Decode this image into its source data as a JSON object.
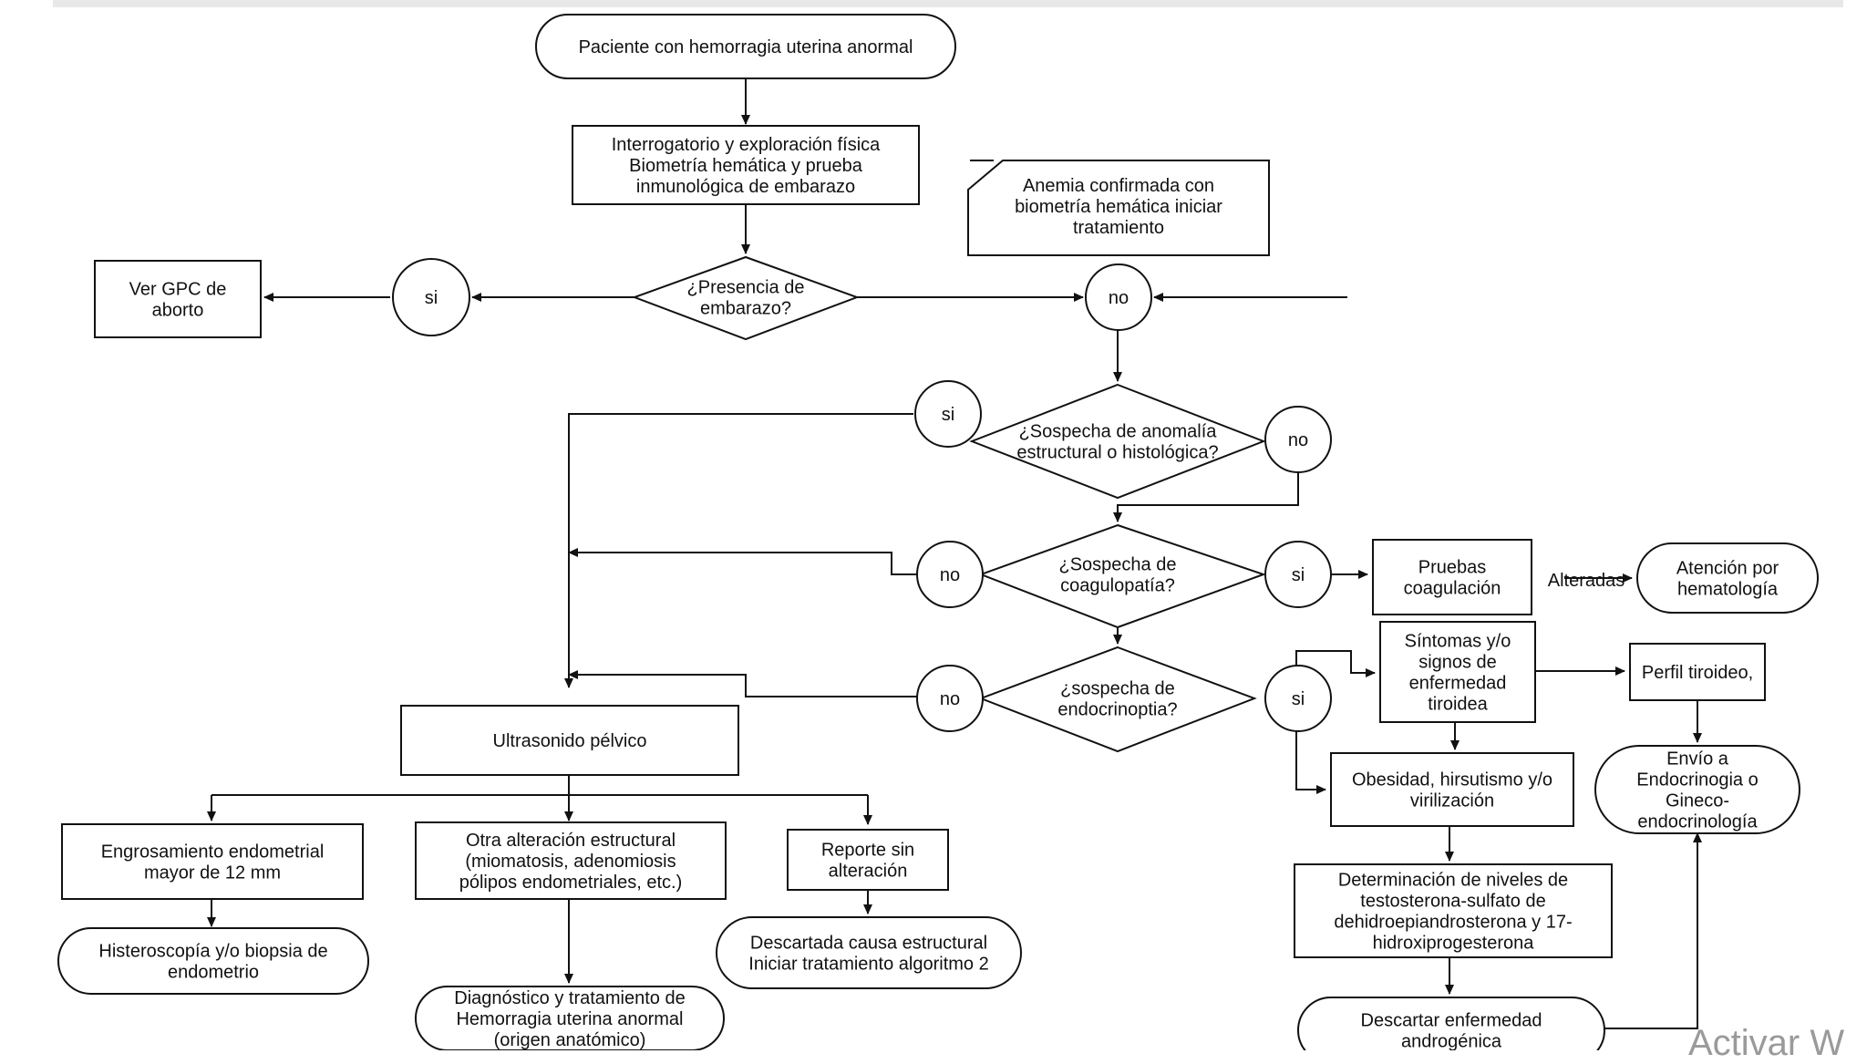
{
  "nodes": {
    "start": [
      "Paciente con hemorragia uterina anormal"
    ],
    "exam": [
      "Interrogatorio y exploración física",
      "Biometría hemática y prueba",
      "inmunológica de embarazo"
    ],
    "anemia": [
      "Anemia confirmada con",
      "biometría hemática iniciar",
      "tratamiento"
    ],
    "ver_gpc": [
      "Ver GPC de",
      "aborto"
    ],
    "embarazo": [
      "¿Presencia de",
      "embarazo?"
    ],
    "si_embarazo": [
      "si"
    ],
    "no_embarazo": [
      "no"
    ],
    "anomalia": [
      "¿Sospecha de anomalía",
      "estructural o histológica?"
    ],
    "si_anomalia": [
      "si"
    ],
    "no_anomalia": [
      "no"
    ],
    "coagulopatia": [
      "¿Sospecha de",
      "coagulopatía?"
    ],
    "no_coag": [
      "no"
    ],
    "si_coag": [
      "si"
    ],
    "pruebas": [
      "Pruebas",
      "coagulación"
    ],
    "alteradas": [
      "Alteradas"
    ],
    "hematologia": [
      "Atención por",
      "hematología"
    ],
    "endocrino": [
      "¿sospecha de",
      "endocrinoptia?"
    ],
    "no_endo": [
      "no"
    ],
    "si_endo": [
      "si"
    ],
    "tiroidea": [
      "Síntomas y/o",
      "signos de",
      "enfermedad",
      "tiroidea"
    ],
    "perfil": [
      "Perfil tiroideo,"
    ],
    "envio": [
      "Envío a",
      "Endocrinogia o",
      "Gineco-",
      "endocrinología"
    ],
    "obesidad": [
      "Obesidad, hirsutismo y/o",
      "virilización"
    ],
    "niveles": [
      "Determinación de niveles de",
      "testosterona-sulfato de",
      "dehidroepiandrosterona y 17-",
      "hidroxiprogesterona"
    ],
    "androgenica": [
      "Descartar enfermedad",
      "androgénica"
    ],
    "ultrasonido": [
      "Ultrasonido pélvico"
    ],
    "engrosamiento": [
      "Engrosamiento endometrial",
      "mayor de 12 mm"
    ],
    "otra": [
      "Otra alteración estructural",
      "(miomatosis, adenomiosis",
      "pólipos endometriales, etc.)"
    ],
    "reporte": [
      "Reporte sin",
      "alteración"
    ],
    "histeroscopia": [
      "Histeroscopía y/o biopsia de",
      "endometrio"
    ],
    "diagnostico": [
      "Diagnóstico y tratamiento de",
      "Hemorragia uterina anormal",
      "(origen anatómico)"
    ],
    "descartada": [
      "Descartada causa estructural",
      "Iniciar tratamiento algoritmo 2"
    ]
  },
  "watermark": "Activar W"
}
